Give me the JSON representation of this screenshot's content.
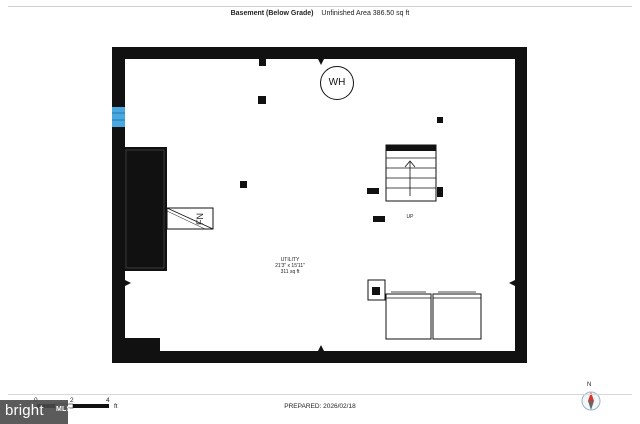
{
  "header": {
    "level_name": "Basement (Below Grade)",
    "area_text": "Unfinished Area 386.50 sq ft"
  },
  "room": {
    "name": "UTILITY",
    "dimensions": "21'3\" x 15'11\"",
    "area": "311 sq ft"
  },
  "fixtures": {
    "water_heater": "WH",
    "furnace": "FN",
    "stairs_direction": "UP"
  },
  "footer": {
    "prepared": "PREPARED: 2026/02/18",
    "scale_ticks": [
      "0",
      "2",
      "4"
    ],
    "scale_unit": "ft",
    "compass_north": "N"
  },
  "branding": {
    "name": "bright",
    "suffix": "MLS"
  },
  "colors": {
    "wall": "#111111",
    "window": "#4aa8e0",
    "compass_north": "#d9342b"
  }
}
